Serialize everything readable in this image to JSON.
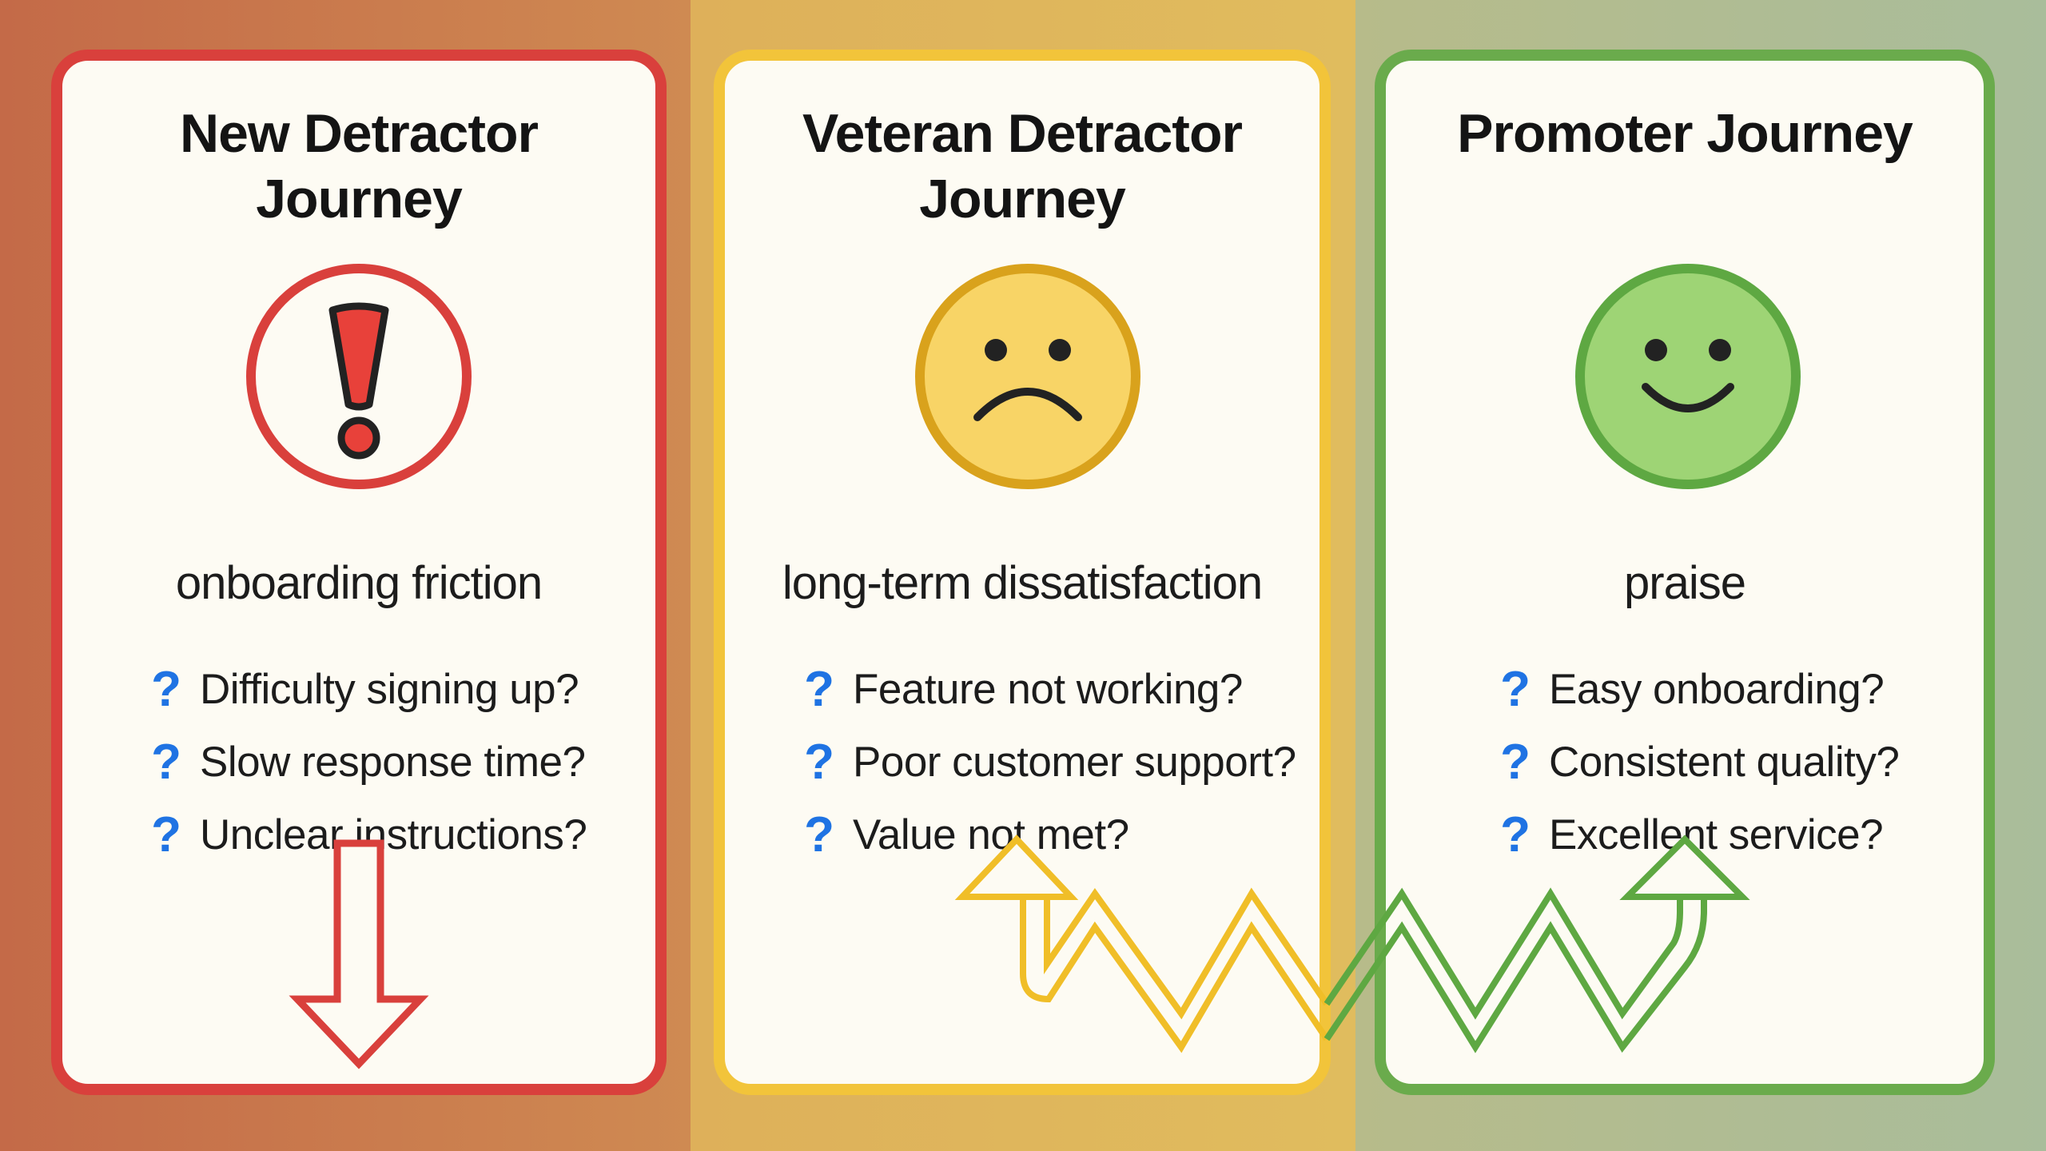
{
  "journeys": [
    {
      "title_line1": "New Detractor",
      "title_line2": "Journey",
      "icon": "exclamation-icon",
      "subtitle": "onboarding friction",
      "questions": [
        "Difficulty signing up?",
        "Slow response time?",
        "Unclear instructions?"
      ],
      "color": "#d9403c"
    },
    {
      "title_line1": "Veteran Detractor",
      "title_line2": "Journey",
      "icon": "sad-face-icon",
      "subtitle": "long-term dissatisfaction",
      "questions": [
        "Feature not working?",
        "Poor customer support?",
        "Value not met?"
      ],
      "color": "#f2c43a"
    },
    {
      "title_line1": "Promoter Journey",
      "title_line2": "",
      "icon": "happy-face-icon",
      "subtitle": "praise",
      "questions": [
        "Easy onboarding?",
        "Consistent quality?",
        "Excellent service?"
      ],
      "color": "#6aab4c"
    }
  ],
  "question_mark": "?",
  "colors": {
    "red": "#d9403c",
    "yellow": "#f2c43a",
    "green": "#6aab4c",
    "question_blue": "#1f73e3"
  }
}
